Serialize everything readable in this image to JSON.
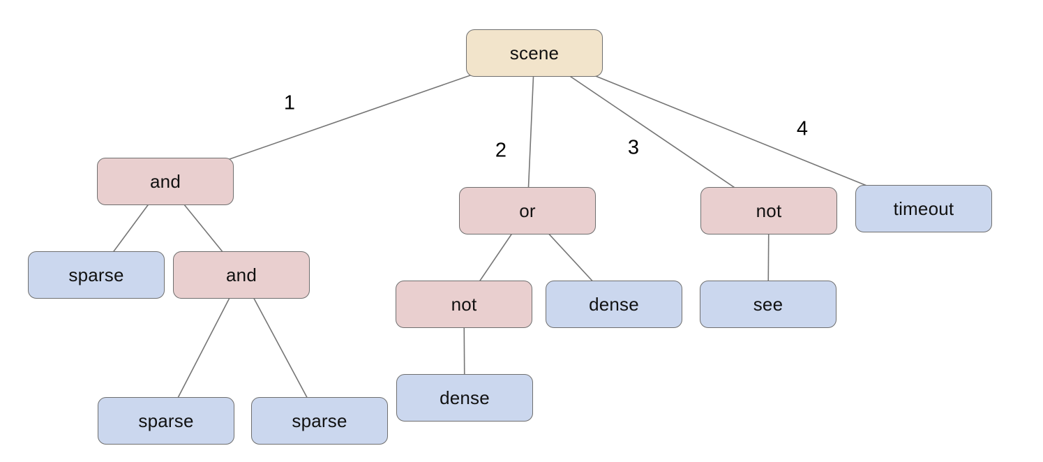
{
  "diagram": {
    "type": "tree",
    "description": "Scene behavior tree with numbered branches from the root",
    "colors": {
      "root_fill": "#f2e4cb",
      "operator_fill": "#e9cfcf",
      "leaf_fill": "#cbd7ee",
      "node_border": "#6e6e6e",
      "edge_stroke": "#757575",
      "text": "#111111",
      "background": "#ffffff"
    }
  },
  "tree": {
    "label": "scene",
    "type": "root",
    "children": [
      {
        "edge": "1",
        "label": "and",
        "type": "operator",
        "children": [
          {
            "label": "sparse",
            "type": "leaf"
          },
          {
            "label": "and",
            "type": "operator",
            "children": [
              {
                "label": "sparse",
                "type": "leaf"
              },
              {
                "label": "sparse",
                "type": "leaf"
              }
            ]
          }
        ]
      },
      {
        "edge": "2",
        "label": "or",
        "type": "operator",
        "children": [
          {
            "label": "not",
            "type": "operator",
            "children": [
              {
                "label": "dense",
                "type": "leaf"
              }
            ]
          },
          {
            "label": "dense",
            "type": "leaf"
          }
        ]
      },
      {
        "edge": "3",
        "label": "not",
        "type": "operator",
        "children": [
          {
            "label": "see",
            "type": "leaf"
          }
        ]
      },
      {
        "edge": "4",
        "label": "timeout",
        "type": "leaf",
        "children": []
      }
    ]
  }
}
